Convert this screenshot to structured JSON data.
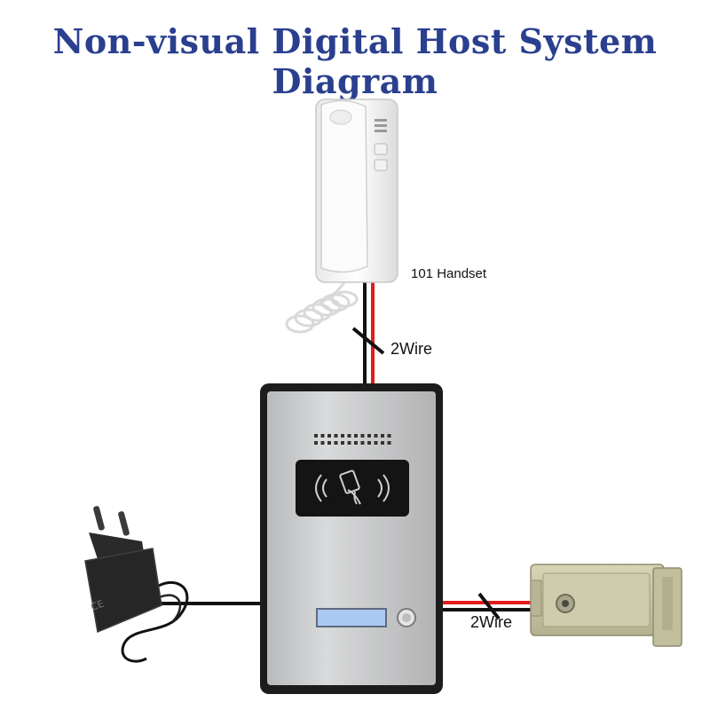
{
  "title": "Non-visual Digital Host System Diagram",
  "labels": {
    "handset": "101 Handset",
    "wire_top": "2Wire",
    "wire_right": "2Wire"
  },
  "adapter_marking": "CE",
  "colors": {
    "title": "#2a3f8e",
    "wire_red": "#e21b1b",
    "wire_black": "#111111",
    "panel_frame": "#1c1c1c",
    "panel_face": "#c7c8c9",
    "lock_body": "#c9c6a2",
    "button_blue": "#a9c9f2"
  }
}
